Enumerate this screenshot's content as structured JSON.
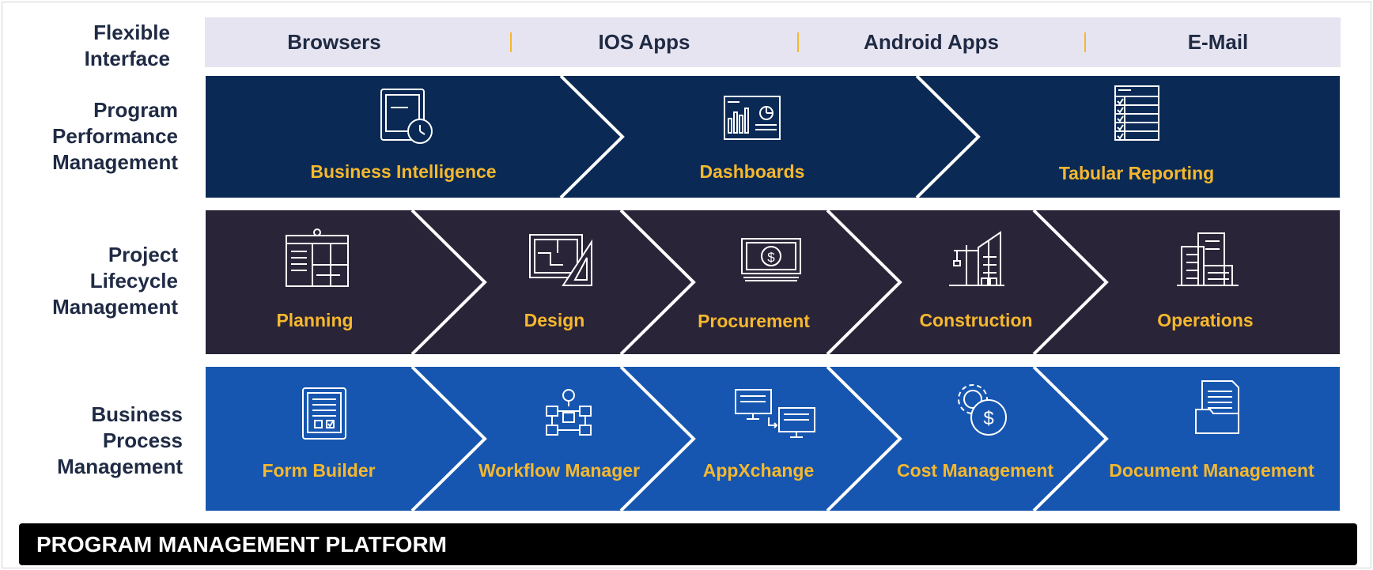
{
  "colors": {
    "performance_band": "#0a2a55",
    "lifecycle_band": "#2a2438",
    "process_band": "#1656b0",
    "label_accent": "#f5b82e",
    "interface_bar": "#e6e4f0",
    "separator": "#f5b82e",
    "row_label_text": "#1f2a44",
    "platform_bar": "#000000"
  },
  "rows": {
    "interface": {
      "label_line1": "Flexible",
      "label_line2": "Interface"
    },
    "performance": {
      "label_line1": "Program",
      "label_line2": "Performance",
      "label_line3": "Management"
    },
    "lifecycle": {
      "label_line1": "Project",
      "label_line2": "Lifecycle",
      "label_line3": "Management"
    },
    "process": {
      "label_line1": "Business",
      "label_line2": "Process",
      "label_line3": "Management"
    }
  },
  "interface_items": [
    "Browsers",
    "IOS Apps",
    "Android Apps",
    "E-Mail"
  ],
  "performance_stages": [
    {
      "label": "Business Intelligence",
      "icon": "tablet-clock-icon"
    },
    {
      "label": "Dashboards",
      "icon": "dashboard-charts-icon"
    },
    {
      "label": "Tabular Reporting",
      "icon": "checklist-report-icon"
    }
  ],
  "lifecycle_stages": [
    {
      "label": "Planning",
      "icon": "planning-board-icon"
    },
    {
      "label": "Design",
      "icon": "blueprint-ruler-icon"
    },
    {
      "label": "Procurement",
      "icon": "banknote-icon"
    },
    {
      "label": "Construction",
      "icon": "crane-building-icon"
    },
    {
      "label": "Operations",
      "icon": "office-buildings-icon"
    }
  ],
  "process_stages": [
    {
      "label": "Form Builder",
      "icon": "form-tablet-icon"
    },
    {
      "label": "Workflow Manager",
      "icon": "workflow-chart-icon"
    },
    {
      "label": "AppXchange",
      "icon": "app-exchange-screens-icon"
    },
    {
      "label": "Cost Management",
      "icon": "gear-dollar-icon"
    },
    {
      "label": "Document Management",
      "icon": "documents-folder-icon"
    }
  ],
  "platform_title": "PROGRAM MANAGEMENT PLATFORM"
}
